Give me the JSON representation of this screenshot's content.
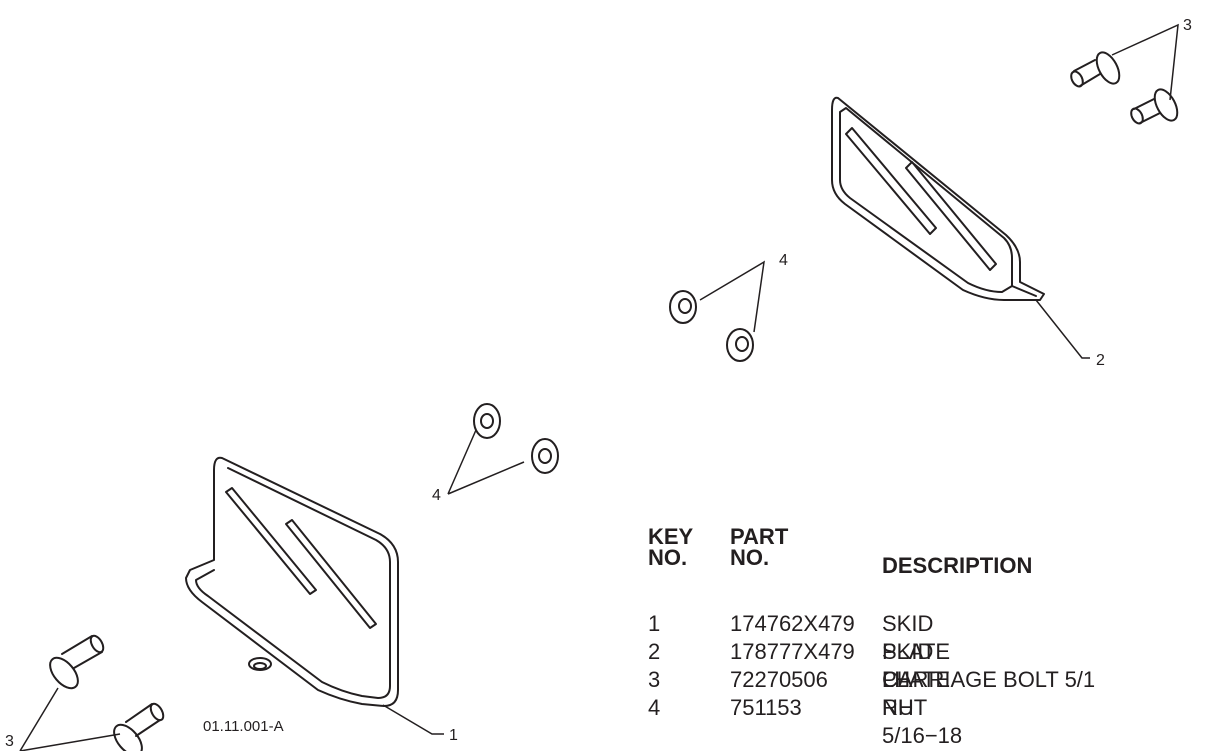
{
  "figure_id": "01.11.001-A",
  "callouts": {
    "skid_plate_lh": "1",
    "skid_plate_rh": "2",
    "bolts_top": "3",
    "bolts_bottom": "3",
    "nuts_top": "4",
    "nuts_bottom": "4"
  },
  "parts_list": {
    "headers": {
      "key_no": "KEY\nNO.",
      "part_no": "PART\nNO.",
      "description": "DESCRIPTION"
    },
    "rows": [
      {
        "key": "1",
        "part": "174762X479",
        "description": "SKID PLATE LH"
      },
      {
        "key": "2",
        "part": "178777X479",
        "description": "SKID PLATE RH"
      },
      {
        "key": "3",
        "part": "72270506",
        "description": "CARRIAGE BOLT 5/1"
      },
      {
        "key": "4",
        "part": "751153",
        "description": "NUT 5/16−18"
      }
    ]
  }
}
